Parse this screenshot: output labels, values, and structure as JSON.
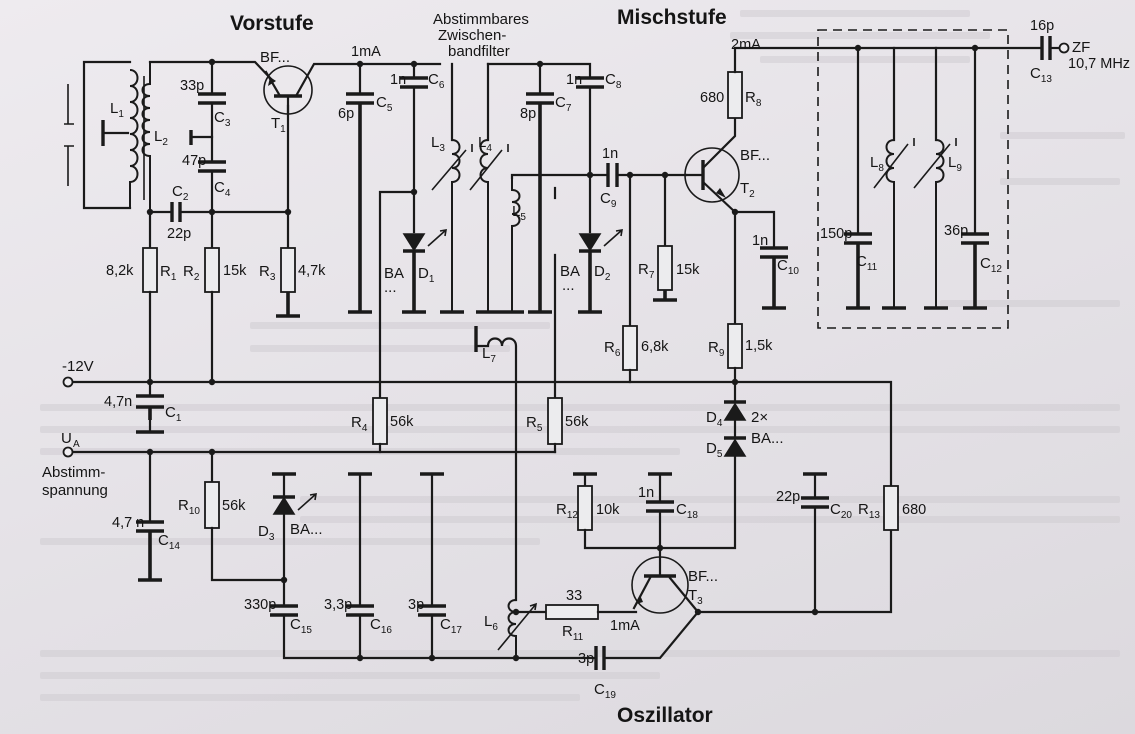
{
  "titles": {
    "vorstufe": "Vorstufe",
    "bandfilter_1": "Abstimmbares",
    "bandfilter_2": "Zwischen-",
    "bandfilter_3": "bandfilter",
    "mischstufe": "Mischstufe",
    "oszillator": "Oszillator"
  },
  "terminals": {
    "supply": "-12V",
    "tuning_symbol": "U",
    "tuning_sub": "A",
    "tuning_1": "Abstimm-",
    "tuning_2": "spannung",
    "if_out": "ZF",
    "if_freq": "10,7 MHz"
  },
  "transistors": [
    {
      "type": "BF...",
      "ref": "T",
      "sub": "1"
    },
    {
      "type": "BF...",
      "ref": "T",
      "sub": "2"
    },
    {
      "type": "BF...",
      "ref": "T",
      "sub": "3"
    }
  ],
  "currents": {
    "t1": "1mA",
    "t2": "2mA",
    "t3": "1mA"
  },
  "resistors": [
    {
      "ref": "R",
      "sub": "1",
      "value": "8,2k"
    },
    {
      "ref": "R",
      "sub": "2",
      "value": "15k"
    },
    {
      "ref": "R",
      "sub": "3",
      "value": "4,7k"
    },
    {
      "ref": "R",
      "sub": "4",
      "value": "56k"
    },
    {
      "ref": "R",
      "sub": "5",
      "value": "56k"
    },
    {
      "ref": "R",
      "sub": "6",
      "value": "6,8k"
    },
    {
      "ref": "R",
      "sub": "7",
      "value": "15k"
    },
    {
      "ref": "R",
      "sub": "8",
      "value": "680"
    },
    {
      "ref": "R",
      "sub": "9",
      "value": "1,5k"
    },
    {
      "ref": "R",
      "sub": "10",
      "value": "56k"
    },
    {
      "ref": "R",
      "sub": "11",
      "value": "33"
    },
    {
      "ref": "R",
      "sub": "12",
      "value": "10k"
    },
    {
      "ref": "R",
      "sub": "13",
      "value": "680"
    }
  ],
  "capacitors": [
    {
      "ref": "C",
      "sub": "1",
      "value": "4,7n"
    },
    {
      "ref": "C",
      "sub": "2",
      "value": "22p"
    },
    {
      "ref": "C",
      "sub": "3",
      "value": "33p"
    },
    {
      "ref": "C",
      "sub": "4",
      "value": "47p"
    },
    {
      "ref": "C",
      "sub": "5",
      "value": "6p"
    },
    {
      "ref": "C",
      "sub": "6",
      "value": "1n"
    },
    {
      "ref": "C",
      "sub": "7",
      "value": "8p"
    },
    {
      "ref": "C",
      "sub": "8",
      "value": "1n"
    },
    {
      "ref": "C",
      "sub": "9",
      "value": "1n"
    },
    {
      "ref": "C",
      "sub": "10",
      "value": "1n"
    },
    {
      "ref": "C",
      "sub": "11",
      "value": "150p"
    },
    {
      "ref": "C",
      "sub": "12",
      "value": "36p"
    },
    {
      "ref": "C",
      "sub": "13",
      "value": "16p"
    },
    {
      "ref": "C",
      "sub": "14",
      "value": "4,7 n"
    },
    {
      "ref": "C",
      "sub": "15",
      "value": "330p"
    },
    {
      "ref": "C",
      "sub": "16",
      "value": "3,3p"
    },
    {
      "ref": "C",
      "sub": "17",
      "value": "3p"
    },
    {
      "ref": "C",
      "sub": "18",
      "value": "1n"
    },
    {
      "ref": "C",
      "sub": "19",
      "value": "3p"
    },
    {
      "ref": "C",
      "sub": "20",
      "value": "22p"
    }
  ],
  "inductors": [
    {
      "ref": "L",
      "sub": "1"
    },
    {
      "ref": "L",
      "sub": "2"
    },
    {
      "ref": "L",
      "sub": "3"
    },
    {
      "ref": "L",
      "sub": "4"
    },
    {
      "ref": "L",
      "sub": "5"
    },
    {
      "ref": "L",
      "sub": "6"
    },
    {
      "ref": "L",
      "sub": "7"
    },
    {
      "ref": "L",
      "sub": "8"
    },
    {
      "ref": "L",
      "sub": "9"
    }
  ],
  "diodes": {
    "d1": {
      "type": "BA",
      "dots": "...",
      "ref": "D",
      "sub": "1"
    },
    "d2": {
      "type": "BA",
      "dots": "...",
      "ref": "D",
      "sub": "2"
    },
    "d3": {
      "type": "BA...",
      "ref": "D",
      "sub": "3"
    },
    "d4": {
      "ref": "D",
      "sub": "4"
    },
    "d5": {
      "ref": "D",
      "sub": "5"
    },
    "d45_count": "2×",
    "d45_type": "BA..."
  }
}
